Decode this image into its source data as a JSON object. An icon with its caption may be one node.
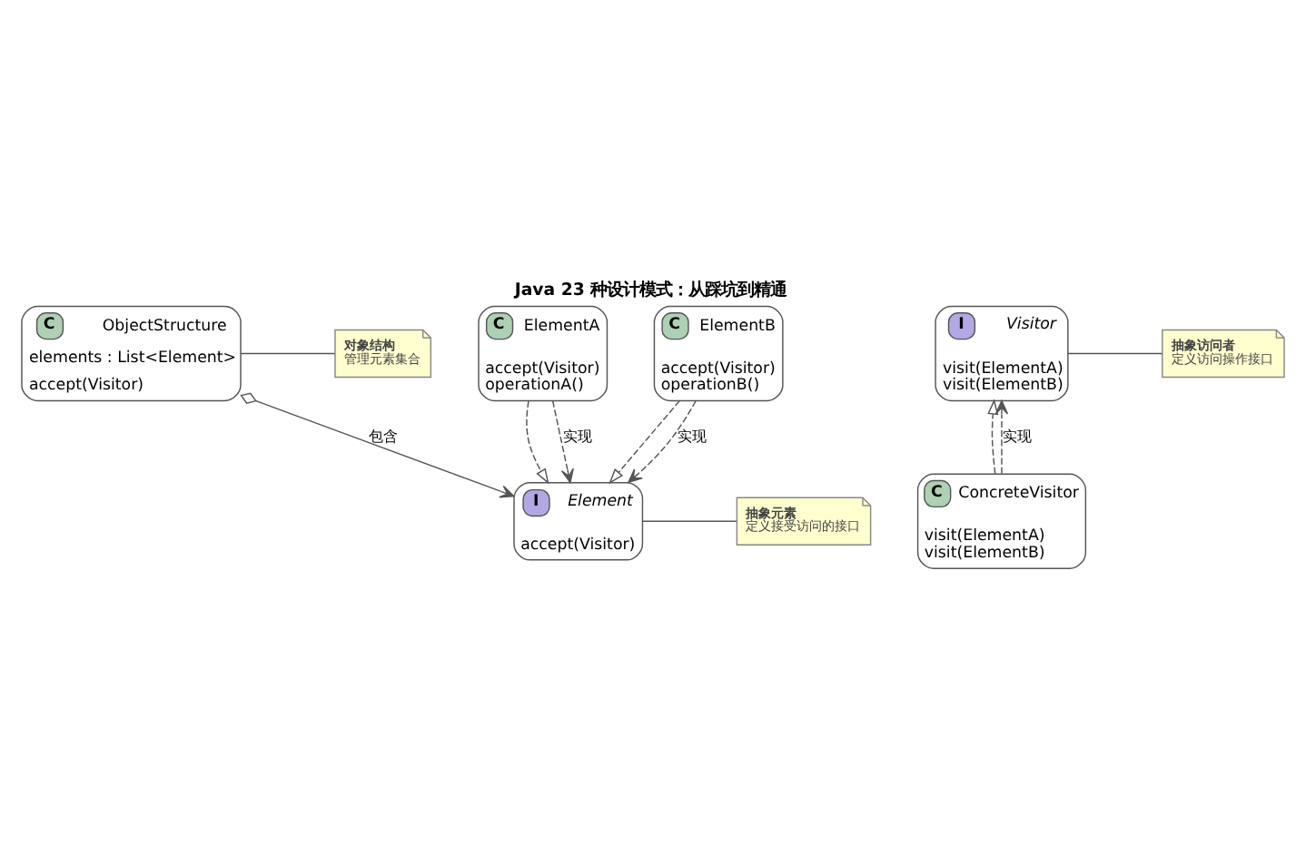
{
  "diagram": {
    "title": "Java 23 种设计模式：从踩坑到精通",
    "nodes": [
      {
        "text": [
          "C",
          "ObjectStructure",
          "elements : List<Element>",
          "accept(Visitor)"
        ]
      },
      {
        "text": [
          "对象结构",
          "管理元素集合"
        ]
      },
      {
        "text": [
          "I",
          "Visitor",
          "visit(ElementA)",
          "visit(ElementB)"
        ]
      },
      {
        "text": [
          "抽象访问者",
          "定义访问操作接口"
        ]
      },
      {
        "text": [
          "I",
          "Element",
          "accept(Visitor)"
        ]
      },
      {
        "text": [
          "抽象元素",
          "定义接受访问的接口"
        ]
      },
      {
        "text": [
          "C",
          "ConcreteVisitor",
          "visit(ElementA)",
          "visit(ElementB)"
        ]
      },
      {
        "text": [
          "C",
          "ElementA",
          "accept(Visitor)",
          "operationA()"
        ]
      },
      {
        "text": [
          "C",
          "ElementB",
          "accept(Visitor)",
          "operationB()"
        ]
      }
    ],
    "edges": [
      {
        "from": 0,
        "to": 4,
        "arrow": "to",
        "label": "包含"
      },
      {
        "from": 0,
        "to": 1,
        "arrow": "none"
      },
      {
        "from": 2,
        "to": 3,
        "arrow": "none"
      },
      {
        "from": 4,
        "to": 5,
        "arrow": "none"
      },
      {
        "from": 6,
        "to": 2,
        "arrow": "to",
        "style": "dashed"
      },
      {
        "from": 6,
        "to": 2,
        "arrow": "to",
        "style": "dashed",
        "label": "实现"
      },
      {
        "from": 7,
        "to": 4,
        "arrow": "to",
        "style": "dashed"
      },
      {
        "from": 7,
        "to": 4,
        "arrow": "to",
        "style": "dashed",
        "label": "实现"
      },
      {
        "from": 8,
        "to": 4,
        "arrow": "to",
        "style": "dashed"
      },
      {
        "from": 8,
        "to": 4,
        "arrow": "to",
        "style": "dashed",
        "label": "实现"
      }
    ]
  }
}
